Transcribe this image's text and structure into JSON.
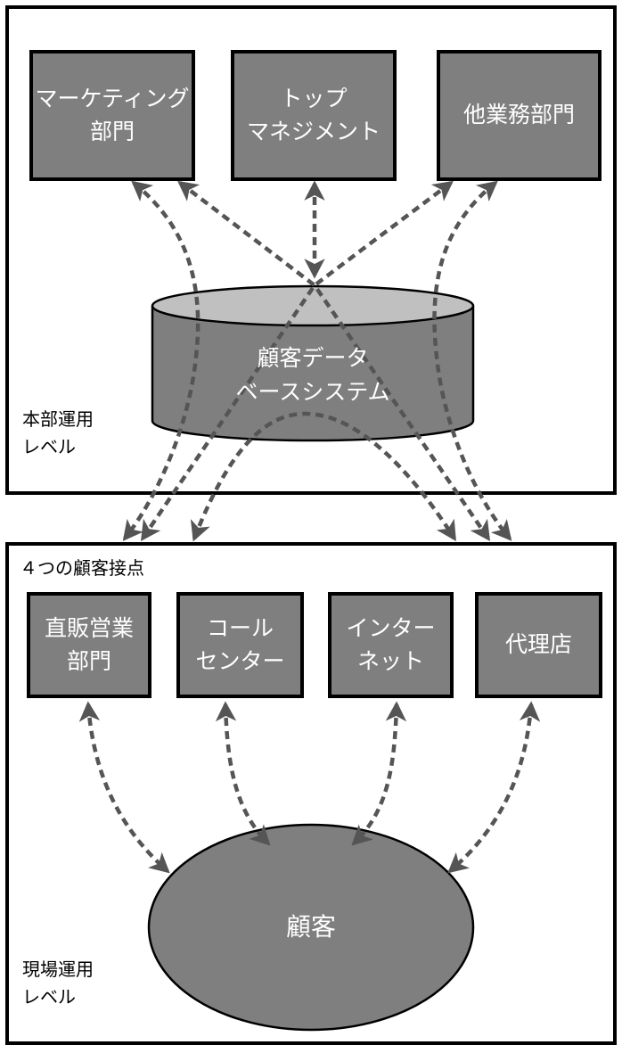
{
  "colors": {
    "box_fill": "#7f7f7f",
    "cylinder_top": "#c0c0c0",
    "arrow": "#555555",
    "border": "#000000",
    "text_on_box": "#ffffff"
  },
  "hq_level": {
    "label": "本部運用\nレベル",
    "departments": [
      {
        "id": "marketing",
        "label": "マーケティング\n部門"
      },
      {
        "id": "top_management",
        "label": "トップ\nマネジメント"
      },
      {
        "id": "other_business",
        "label": "他業務部門"
      }
    ],
    "database": {
      "label": "顧客データ\nベースシステム"
    }
  },
  "field_level": {
    "label": "現場運用\nレベル",
    "touchpoints_title": "４つの顧客接点",
    "touchpoints": [
      {
        "id": "direct_sales",
        "label": "直販営業\n部門"
      },
      {
        "id": "call_center",
        "label": "コール\nセンター"
      },
      {
        "id": "internet",
        "label": "インター\nネット"
      },
      {
        "id": "agency",
        "label": "代理店"
      }
    ],
    "customer": {
      "label": "顧客"
    }
  },
  "connections": [
    {
      "from": "marketing",
      "to": "field_level",
      "style": "dashed",
      "direction": "bidirectional"
    },
    {
      "from": "marketing",
      "to": "field_level",
      "style": "dashed",
      "direction": "bidirectional"
    },
    {
      "from": "top_management",
      "to": "database",
      "style": "dashed",
      "direction": "bidirectional"
    },
    {
      "from": "other_business",
      "to": "field_level",
      "style": "dashed",
      "direction": "bidirectional"
    },
    {
      "from": "other_business",
      "to": "field_level",
      "style": "dashed",
      "direction": "bidirectional"
    },
    {
      "from": "database",
      "to": "field_level",
      "style": "dashed",
      "direction": "bidirectional"
    },
    {
      "from": "direct_sales",
      "to": "customer",
      "style": "dashed",
      "direction": "bidirectional"
    },
    {
      "from": "call_center",
      "to": "customer",
      "style": "dashed",
      "direction": "bidirectional"
    },
    {
      "from": "internet",
      "to": "customer",
      "style": "dashed",
      "direction": "bidirectional"
    },
    {
      "from": "agency",
      "to": "customer",
      "style": "dashed",
      "direction": "bidirectional"
    }
  ]
}
